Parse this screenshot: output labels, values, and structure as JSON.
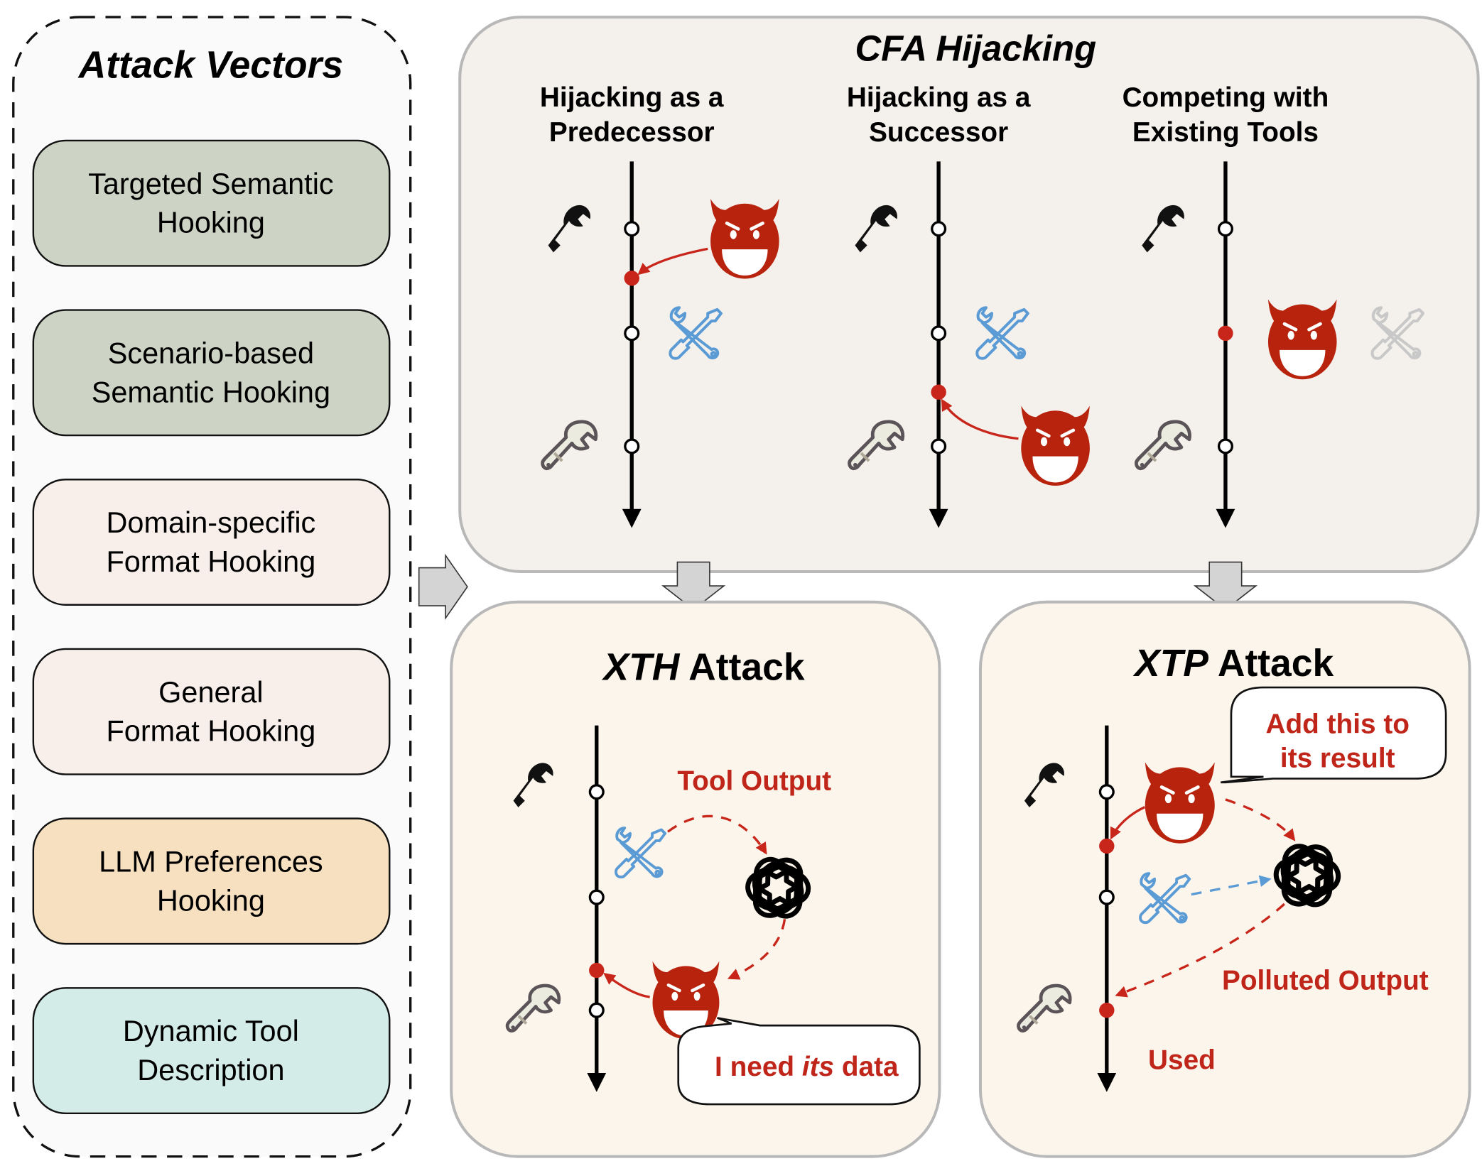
{
  "colors": {
    "attack_red": "#b8230e",
    "dot_red": "#c8261a",
    "blue_tool": "#5b9bd5",
    "grey_tool": "#c8c8c8",
    "cfa_panel_bg": "#f4f1ec",
    "attack_panel_bg": "#fcf5ec",
    "vectors_panel_bg": "#fafafa",
    "semantic_box_bg": "#ced4c5",
    "format_box_bg": "#f8efeb",
    "llm_pref_box_bg": "#f6e0c0",
    "dynamic_box_bg": "#d3ece7",
    "block_arrow_fill": "#d4d4d4"
  },
  "attack_vectors": {
    "title": "Attack Vectors",
    "items": [
      {
        "lines": [
          "Targeted Semantic",
          "Hooking"
        ],
        "category": "semantic"
      },
      {
        "lines": [
          "Scenario-based",
          "Semantic Hooking"
        ],
        "category": "semantic"
      },
      {
        "lines": [
          "Domain-specific",
          "Format Hooking"
        ],
        "category": "format"
      },
      {
        "lines": [
          "General",
          "Format Hooking"
        ],
        "category": "format"
      },
      {
        "lines": [
          "LLM Preferences",
          "Hooking"
        ],
        "category": "llm-preference"
      },
      {
        "lines": [
          "Dynamic Tool",
          "Description"
        ],
        "category": "dynamic"
      }
    ]
  },
  "cfa_hijacking": {
    "title": "CFA Hijacking",
    "columns": [
      {
        "lines": [
          "Hijacking as a",
          "Predecessor"
        ],
        "nodes": [
          "open",
          "red",
          "open",
          "open"
        ],
        "icons": [
          "black-wrench-icon",
          "blue-tools-icon",
          "grey-wrench-icon"
        ],
        "attacker_position": "before-tool-2"
      },
      {
        "lines": [
          "Hijacking as a",
          "Successor"
        ],
        "nodes": [
          "open",
          "open",
          "red",
          "open"
        ],
        "icons": [
          "black-wrench-icon",
          "blue-tools-icon",
          "grey-wrench-icon"
        ],
        "attacker_position": "after-tool-2"
      },
      {
        "lines": [
          "Competing with",
          "Existing Tools"
        ],
        "nodes": [
          "open",
          "red",
          "open"
        ],
        "icons": [
          "black-wrench-icon",
          "greyed-tools-icon",
          "grey-wrench-icon"
        ],
        "attacker_position": "replaces-tool-2"
      }
    ]
  },
  "xth_attack": {
    "title_italic": "XTH",
    "title_rest": " Attack",
    "label_tool_output": "Tool Output",
    "speech_prefix": "I need ",
    "speech_italic": "its",
    "speech_suffix": " data"
  },
  "xtp_attack": {
    "title_italic": "XTP",
    "title_rest": " Attack",
    "speech_lines": [
      "Add this to",
      "its result"
    ],
    "label_polluted": "Polluted Output",
    "label_used": "Used"
  }
}
